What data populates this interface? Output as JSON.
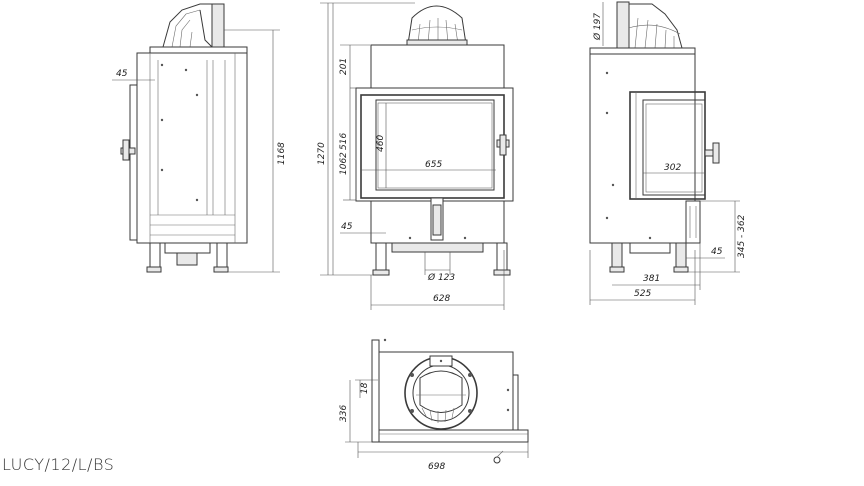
{
  "model_name": "LUCY/12/L/BS",
  "views": {
    "side_left": {
      "d_45": "45",
      "d_1168": "1168"
    },
    "front": {
      "d_201": "201",
      "d_1270": "1270",
      "d_1062": "1062",
      "d_516": "516",
      "d_460": "460",
      "d_655": "655",
      "d_45": "45",
      "d_123": "Ø 123",
      "d_628": "628"
    },
    "side_right": {
      "d_197": "Ø 197",
      "d_302": "302",
      "d_45": "45",
      "d_345_362": "345 - 362",
      "d_381": "381",
      "d_525": "525"
    },
    "top": {
      "d_18": "18",
      "d_336": "336",
      "d_698": "698"
    }
  }
}
